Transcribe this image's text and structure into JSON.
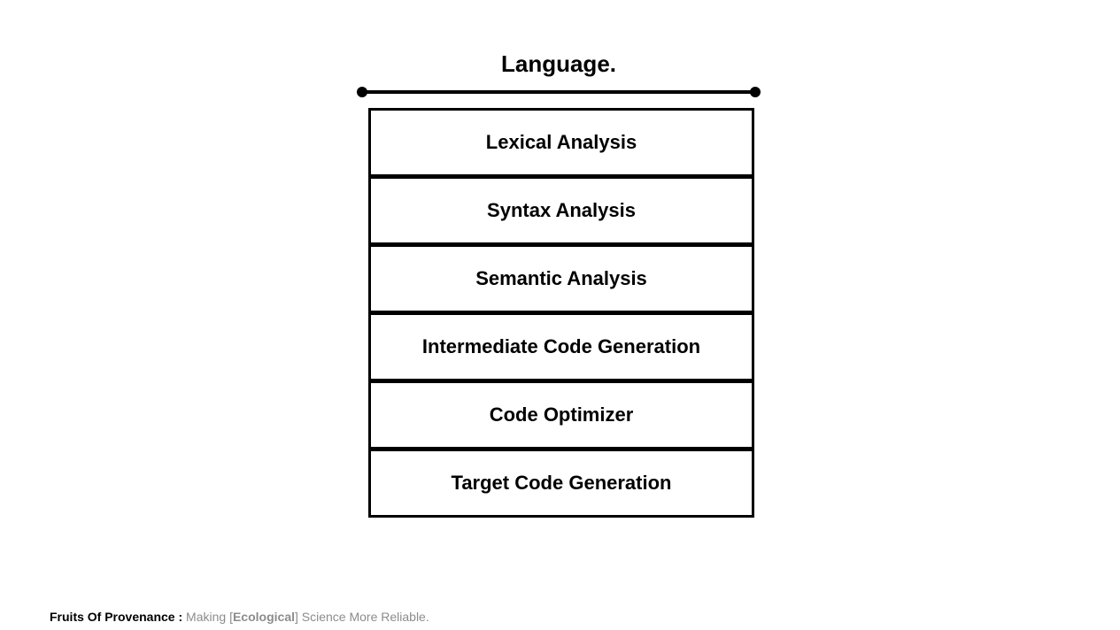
{
  "diagram": {
    "title": "Language.",
    "stages": [
      "Lexical Analysis",
      "Syntax Analysis",
      "Semantic Analysis",
      "Intermediate Code Generation",
      "Code Optimizer",
      "Target Code Generation"
    ]
  },
  "footer": {
    "brand": "Fruits Of Provenance :",
    "tagline_pre": " Making [",
    "tagline_emphasis": "Ecological",
    "tagline_post": "] Science More Reliable."
  }
}
